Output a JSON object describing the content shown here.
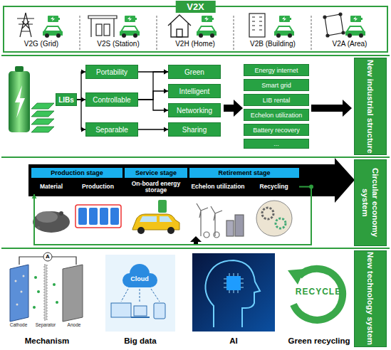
{
  "diagram": {
    "nodes": [
      {
        "text": [
          "V2X"
        ]
      },
      {
        "text": [
          "LIBs"
        ]
      },
      {
        "text": [
          "Portability"
        ]
      },
      {
        "text": [
          "Controllable"
        ]
      },
      {
        "text": [
          "Separable"
        ]
      },
      {
        "text": [
          "Green"
        ]
      },
      {
        "text": [
          "Intelligent"
        ]
      },
      {
        "text": [
          "Networking"
        ]
      },
      {
        "text": [
          "Sharing"
        ]
      },
      {
        "text": [
          "Energy internet"
        ]
      },
      {
        "text": [
          "Smart grid"
        ]
      },
      {
        "text": [
          "LIB rental"
        ]
      },
      {
        "text": [
          "Echelon utilization"
        ]
      },
      {
        "text": [
          "Battery recovery"
        ]
      },
      {
        "text": [
          "..."
        ]
      },
      {
        "text": [
          "New industrial structure"
        ]
      },
      {
        "text": [
          "Production stage"
        ]
      },
      {
        "text": [
          "Service stage"
        ]
      },
      {
        "text": [
          "Retirement stage"
        ]
      },
      {
        "text": [
          "Material"
        ]
      },
      {
        "text": [
          "Production"
        ]
      },
      {
        "text": [
          "On-board energy storage"
        ]
      },
      {
        "text": [
          "Echelon utilization"
        ]
      },
      {
        "text": [
          "Recycling"
        ]
      },
      {
        "text": [
          "Circular economy system"
        ]
      },
      {
        "text": [
          "New technology system"
        ]
      }
    ],
    "edges": [
      {
        "from": 1,
        "to": 2,
        "arrow": "to"
      },
      {
        "from": 1,
        "to": 3,
        "arrow": "to"
      },
      {
        "from": 1,
        "to": 4,
        "arrow": "to"
      },
      {
        "from": 2,
        "to": 5,
        "arrow": "to"
      },
      {
        "from": 3,
        "to": 5,
        "arrow": "to"
      },
      {
        "from": 3,
        "to": 6,
        "arrow": "to"
      },
      {
        "from": 3,
        "to": 7,
        "arrow": "to"
      },
      {
        "from": 4,
        "to": 8,
        "arrow": "to"
      },
      {
        "from": 23,
        "to": 19,
        "arrow": "to"
      }
    ],
    "labels": [
      "V2G (Grid)",
      "V2S (Station)",
      "V2H (Home)",
      "V2B (Building)",
      "V2A (Area)",
      "Mechanism",
      "Big data",
      "AI",
      "Green recycling",
      "Cloud",
      "RECYCLE",
      "A",
      "Cathode",
      "Separator",
      "Anode"
    ]
  }
}
